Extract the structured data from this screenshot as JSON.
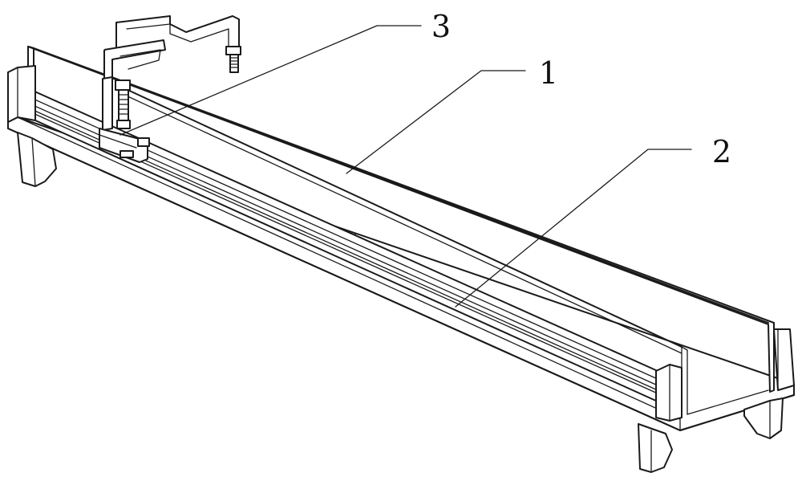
{
  "labels": [
    {
      "id": "label-1",
      "text": "1"
    },
    {
      "id": "label-2",
      "text": "2"
    },
    {
      "id": "label-3",
      "text": "3"
    }
  ],
  "colors": {
    "line": "#1a1a1a",
    "background": "#ffffff"
  }
}
